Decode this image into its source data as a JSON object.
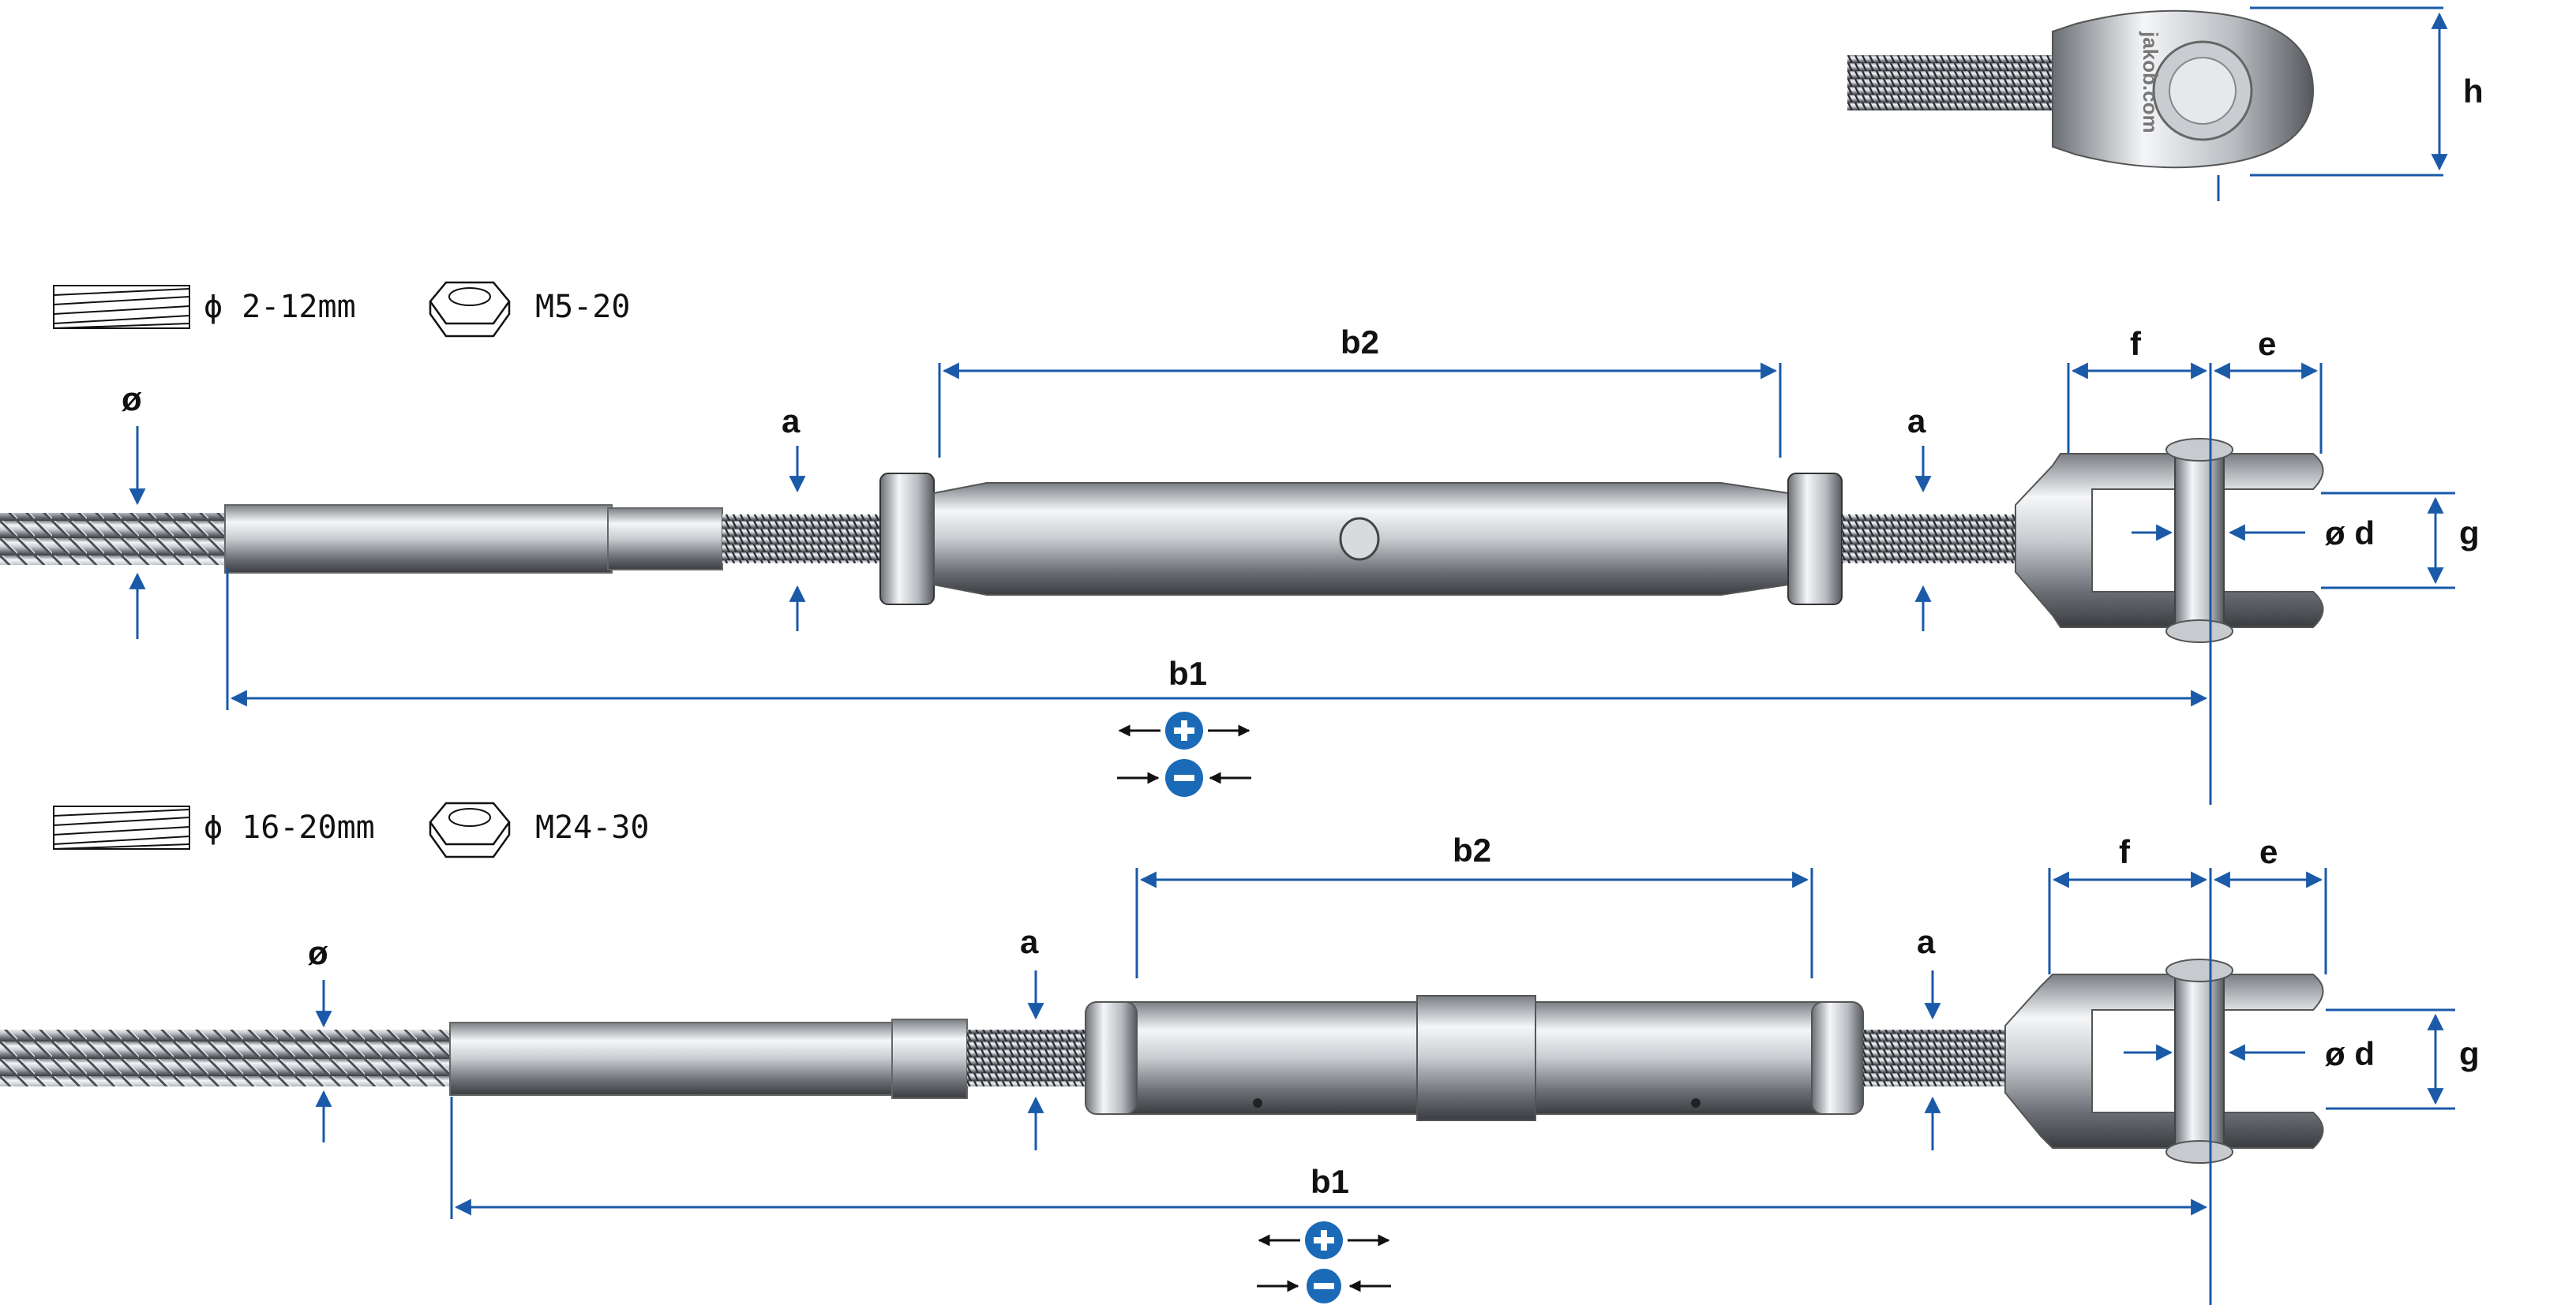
{
  "colors": {
    "dimension": "#1a5aa8",
    "steel_light": "#f0f2f4",
    "steel_dark": "#6a6e74",
    "symbol_blue": "#1a6ab8"
  },
  "detail": {
    "height_label": "h",
    "watermark": "jakob.com"
  },
  "variants": [
    {
      "wire_range": "ϕ 2-12mm",
      "thread_range": "M5-20",
      "labels": {
        "diameter": "ø",
        "thread_left": "a",
        "body": "b2",
        "thread_right": "a",
        "f": "f",
        "e": "e",
        "pin": "ø d",
        "g": "g",
        "overall": "b1"
      }
    },
    {
      "wire_range": "ϕ 16-20mm",
      "thread_range": "M24-30",
      "labels": {
        "diameter": "ø",
        "thread_left": "a",
        "body": "b2",
        "thread_right": "a",
        "f": "f",
        "e": "e",
        "pin": "ø d",
        "g": "g",
        "overall": "b1"
      }
    }
  ],
  "icons": [
    "wire-rope-icon",
    "hex-nut-icon",
    "lengthen-plus-icon",
    "shorten-minus-icon"
  ]
}
